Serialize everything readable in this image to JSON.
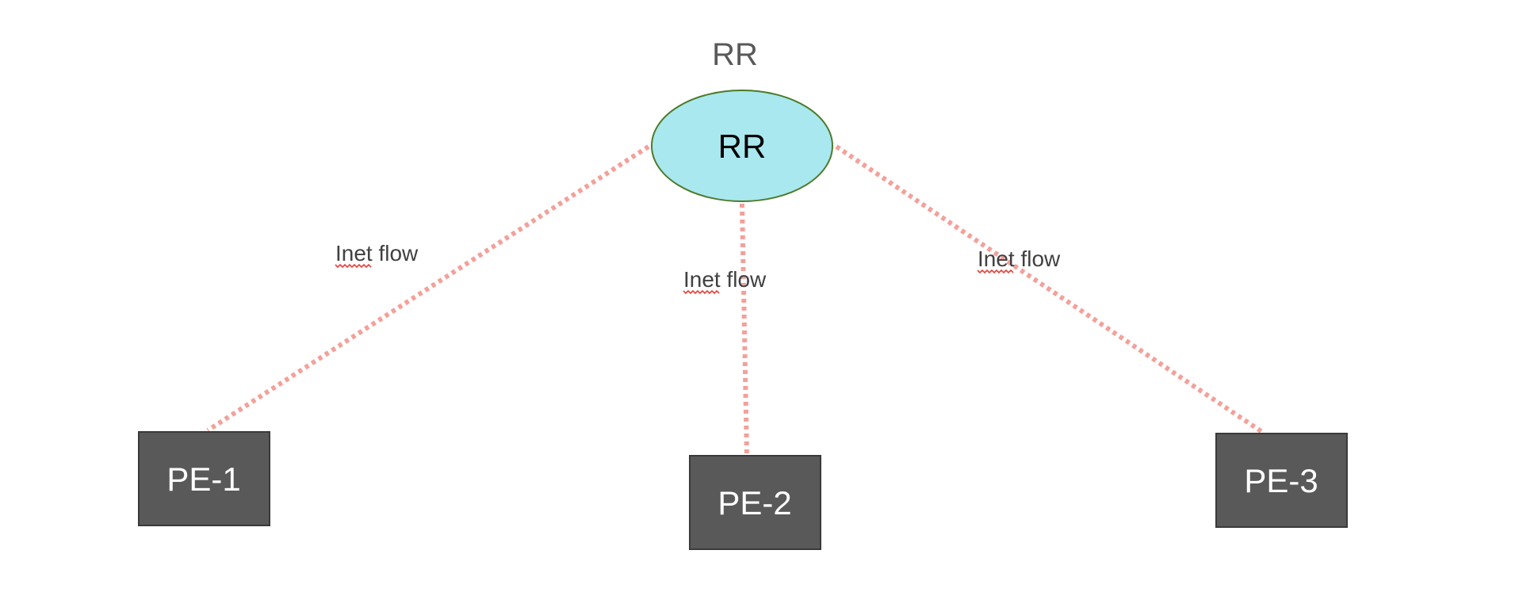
{
  "diagram": {
    "title": "RR",
    "nodes": [
      {
        "id": "rr",
        "label": "RR",
        "shape": "ellipse",
        "fill": "#a8e8ee",
        "stroke": "#4e7a2a"
      },
      {
        "id": "pe1",
        "label": "PE-1",
        "shape": "rect",
        "fill": "#595959",
        "stroke": "#3a3a3a"
      },
      {
        "id": "pe2",
        "label": "PE-2",
        "shape": "rect",
        "fill": "#595959",
        "stroke": "#3a3a3a"
      },
      {
        "id": "pe3",
        "label": "PE-3",
        "shape": "rect",
        "fill": "#595959",
        "stroke": "#3a3a3a"
      }
    ],
    "edges": [
      {
        "from": "rr",
        "to": "pe1",
        "label": "Inet flow",
        "style": "dotted",
        "color": "#f4a09a"
      },
      {
        "from": "rr",
        "to": "pe2",
        "label": "Inet flow",
        "style": "dotted",
        "color": "#f4a09a"
      },
      {
        "from": "rr",
        "to": "pe3",
        "label": "Inet flow",
        "style": "dotted",
        "color": "#f4a09a"
      }
    ]
  }
}
